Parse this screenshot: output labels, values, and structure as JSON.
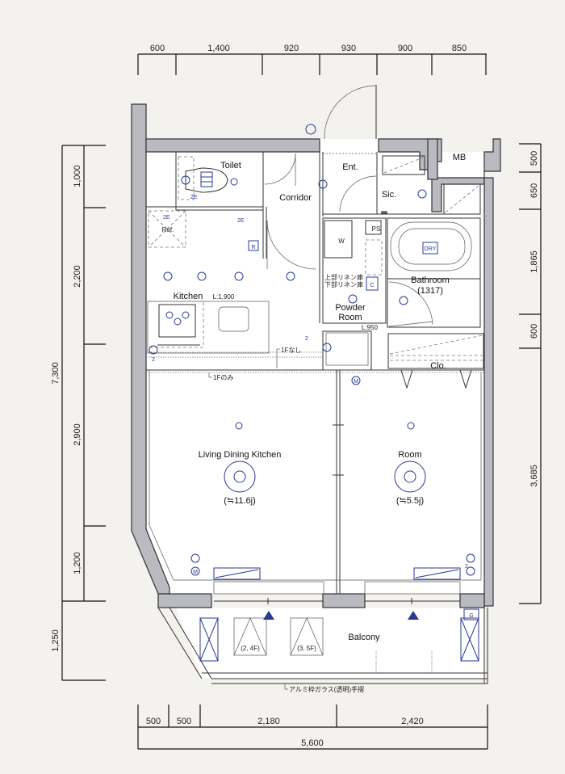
{
  "plan": {
    "title": "Floor plan",
    "dimensions": {
      "top": [
        "600",
        "1,400",
        "920",
        "930",
        "900",
        "850"
      ],
      "left_inner": [
        "1,000",
        "2,200",
        "2,900",
        "1,200"
      ],
      "left_outer": [
        "7,300",
        "1,250"
      ],
      "right": [
        "500",
        "650",
        "1,865",
        "600",
        "3,685"
      ],
      "bottom_segments": [
        "500",
        "500",
        "2,180",
        "2,420"
      ],
      "bottom_total": "5,600"
    },
    "rooms": {
      "toilet": "Toilet",
      "corridor": "Corridor",
      "entrance": "Ent.",
      "mb": "MB",
      "sic": "Sic.",
      "ps": "PS",
      "washer": "W",
      "fridge": "Ref.",
      "kitchen": "Kitchen",
      "kitchen_length": "L:1,900",
      "bathroom": "Bathroom",
      "bathroom_size": "(1317)",
      "powder_room_line1": "Powder",
      "powder_room_line2": "Room",
      "powder_length": "L:950",
      "closet": "Clo.",
      "ldk": "Living Dining Kitchen",
      "ldk_area": "(≒11.6j)",
      "room": "Room",
      "room_area": "(≒5.5j)",
      "balcony": "Balcony",
      "outdoor_unit_1": "(2, 4F)",
      "outdoor_unit_2": "(3, 5F)",
      "gas_meter": "G"
    },
    "annotations": {
      "upper_linen": "上部リネン庫",
      "lower_linen": "下部リネン庫",
      "no_1f": "1Fなし",
      "only_1f": "1Fのみ",
      "handrail": "アルミ枠ガラス(透明)手摺",
      "dry": "DRY",
      "r_mark": "R",
      "c_mark": "C",
      "m_mark": "M",
      "outlet_2e": "2E",
      "count_2": "2"
    },
    "colors": {
      "background": "#f4f2ee",
      "wall": "#b9bbc0",
      "fixture_blue": "#2a3a8f"
    }
  }
}
